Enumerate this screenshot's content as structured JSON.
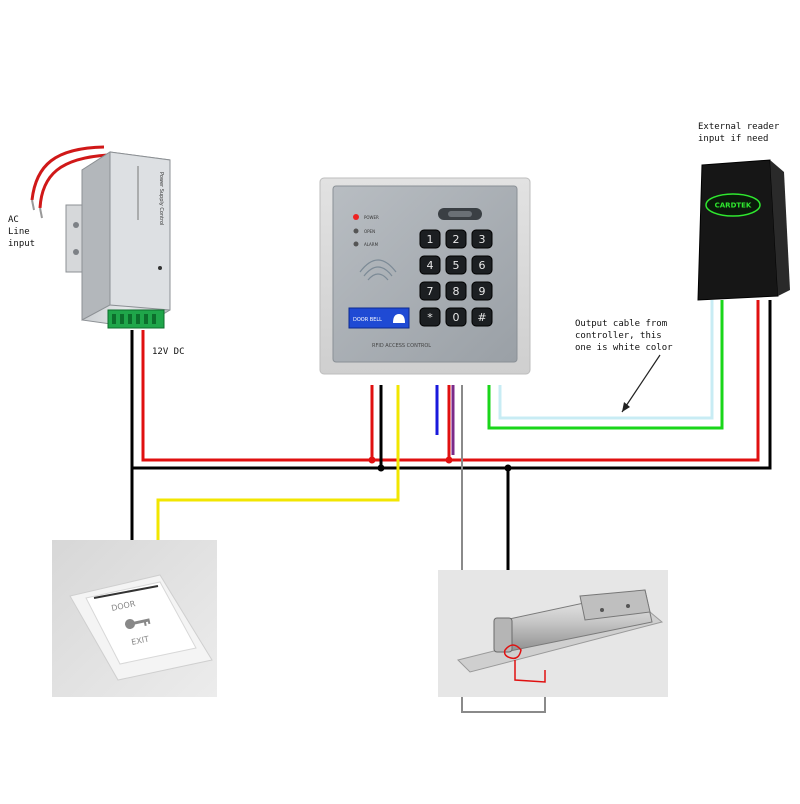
{
  "labels": {
    "ac_input_line1": "AC",
    "ac_input_line2": "Line",
    "ac_input_line3": "input",
    "dc_12v": "12V DC",
    "external_reader_line1": "External reader",
    "external_reader_line2": "input if need",
    "output_cable_line1": "Output cable from",
    "output_cable_line2": "controller, this",
    "output_cable_line3": "one is white color"
  },
  "power_supply": {
    "side_text": "Power Supply Control"
  },
  "keypad": {
    "keys": [
      "1",
      "2",
      "3",
      "4",
      "5",
      "6",
      "7",
      "8",
      "9",
      "*",
      "0",
      "#"
    ],
    "leds": [
      "POWER",
      "OPEN",
      "ALARM"
    ],
    "panel_text": "DOOR BELL",
    "bottom_text": "RFID ACCESS CONTROL"
  },
  "reader": {
    "logo_text": "CARDTEK"
  },
  "exit_button": {
    "top_text": "DOOR",
    "bottom_text": "EXIT"
  },
  "wire_colors": {
    "red": "#e01010",
    "black": "#000000",
    "yellow": "#f2e600",
    "blue": "#1a1adc",
    "purple": "#7a2a8a",
    "green": "#1ad61a",
    "white": "#c8ecf4",
    "gray": "#8a8a8a"
  }
}
